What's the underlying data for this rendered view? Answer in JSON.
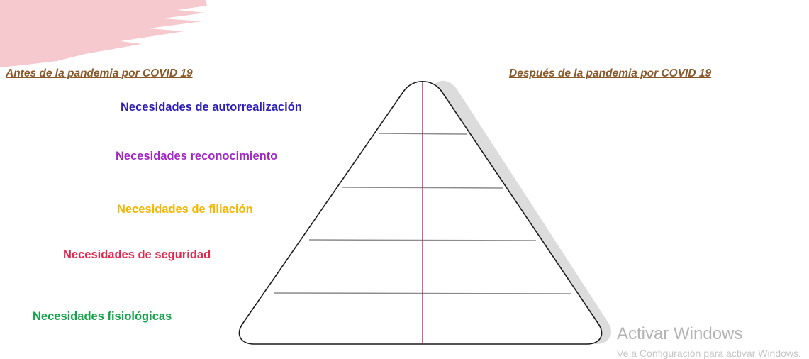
{
  "colors": {
    "heading": "#8a5a2b",
    "brush": "#f5c9ce",
    "pyramid_outline": "#1a1a1a",
    "pyramid_shadow": "#dcdcdc",
    "divider": "#8c8c8c",
    "axis": "#c0134f"
  },
  "headings": {
    "before": "Antes de la pandemia por COVID 19",
    "after": "Después de la pandemia por COVID 19"
  },
  "needs": [
    {
      "label": "Necesidades de autorrealización",
      "color": "#2e1fb8"
    },
    {
      "label": "Necesidades reconocimiento",
      "color": "#a326c9"
    },
    {
      "label": "Necesidades de filiación",
      "color": "#f2b705"
    },
    {
      "label": "Necesidades de seguridad",
      "color": "#e0284f"
    },
    {
      "label": "Necesidades fisiológicas",
      "color": "#14a34a"
    }
  ],
  "watermark": {
    "title": "Activar Windows",
    "subtitle": "Ve a Configuración para activar Windows."
  }
}
